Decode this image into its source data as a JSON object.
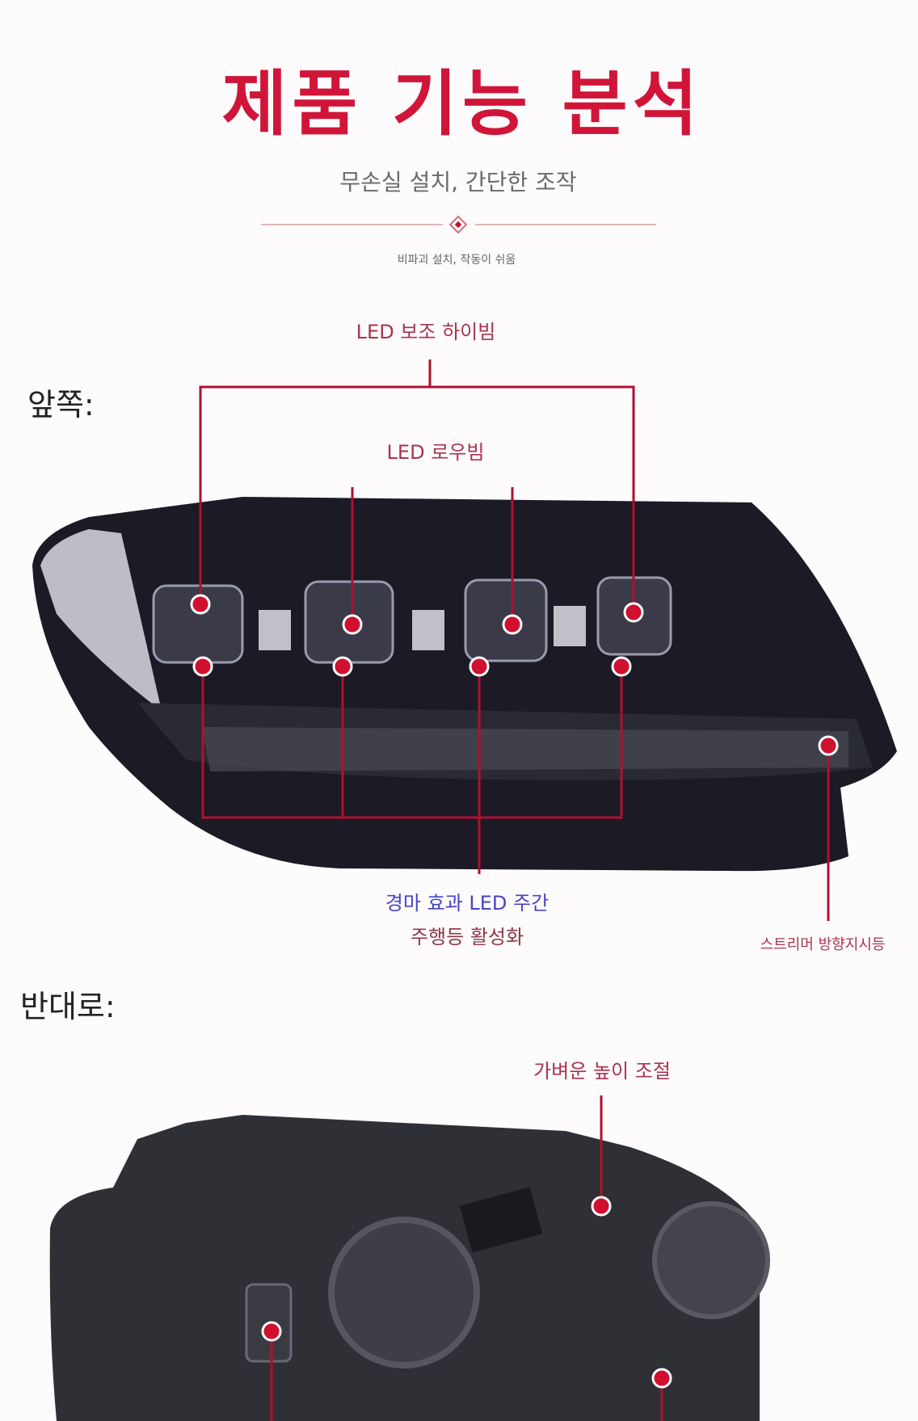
{
  "header": {
    "title": "제품 기능 분석",
    "subtitle": "무손실 설치, 간단한 조작",
    "caption": "비파괴 설치, 작동이 쉬움"
  },
  "front": {
    "section_label": "앞쪽:",
    "callouts": {
      "aux_high_beam": "LED 보조 하이빔",
      "low_beam": "LED 로우빔",
      "drl_line1": "경마 효과 LED 주간",
      "drl_line2": "주행등 활성화",
      "streamer_turn": "스트리머 방향지시등"
    }
  },
  "back": {
    "section_label": "반대로:",
    "callouts": {
      "height_adjust": "가벼운 높이 조절"
    }
  },
  "colors": {
    "accent": "#d01539",
    "callout_line": "#b01030",
    "drl_text": "#4545c8"
  }
}
